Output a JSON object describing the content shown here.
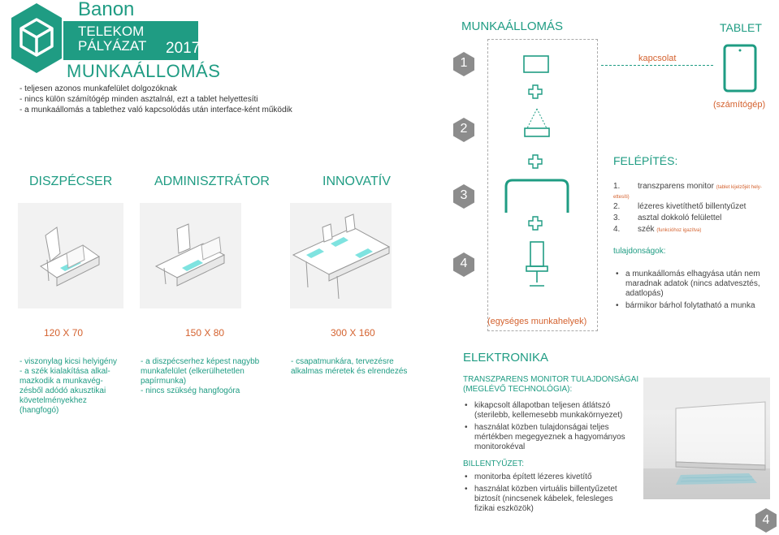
{
  "logo": {
    "banon": "Banon",
    "telekom": "TELEKOM",
    "palyazat": "PÁLYÁZAT",
    "year": "2017",
    "munkaallomas": "MUNKAÁLLOMÁS"
  },
  "intro": [
    "- teljesen azonos munkafelület dolgozóknak",
    "- nincs külön számítógép minden asztalnál, ezt a tablet helyettesíti",
    "- a munkaállomás a tablethez való kapcsolódás után interface-ként működik"
  ],
  "categories": [
    {
      "title": "DISZPÉCSER",
      "size": "120 X 70",
      "desc": [
        "- viszonylag kicsi helyigény",
        "- a szék kialakítása alkal-",
        "mazkodik a munkavég-",
        "zésből adódó akusztikai",
        "követelményekhez",
        "(hangfogó)"
      ]
    },
    {
      "title": "ADMINISZTRÁTOR",
      "size": "150 X 80",
      "desc": [
        "- a diszpécserhez képest nagybb",
        "munkafelület (elkerülhetetlen",
        "papírmunka)",
        "- nincs szükség hangfogóra"
      ]
    },
    {
      "title": "INNOVATÍV",
      "size": "300 X 160",
      "desc": [
        "- csapatmunkára, tervezésre",
        "alkalmas méretek és elrendezés"
      ]
    }
  ],
  "workstation": {
    "title": "MUNKAÁLLOMÁS",
    "tablet_title": "TABLET",
    "kapcsolat": "kapcsolat",
    "szamitogep": "(számítógép)",
    "steps": [
      "1",
      "2",
      "3",
      "4"
    ],
    "egyseges": "(egységes munkahelyek)"
  },
  "felepites": {
    "title": "FELÉPÍTÉS:",
    "items": [
      {
        "num": "1.",
        "text": "transzparens monitor",
        "note": "(tablet kijelzőjét hely-"
      },
      {
        "num": "",
        "text": "",
        "note": "ettesíti)"
      },
      {
        "num": "2.",
        "text": "lézeres kivetíthető billentyűzet",
        "note": ""
      },
      {
        "num": "3.",
        "text": "asztal dokkoló felülettel",
        "note": ""
      },
      {
        "num": "4.",
        "text": "szék",
        "note": "(funkcióhoz igazítva)"
      }
    ]
  },
  "tulajdonsagok": {
    "title": "tulajdonságok:",
    "bullets": [
      "a munkaállomás elhagyása után nem maradnak adatok (nincs adatvesztés, adatlopás)",
      "bármikor bárhol folytatható a munka"
    ]
  },
  "elektronika": {
    "title": "ELEKTRONIKA",
    "trans_title": "TRANSZPARENS MONITOR TULAJDONSÁGAI (MEGLÉVŐ TECHNOLÓGIA):",
    "trans_bullets": [
      "kikapcsolt állapotban teljesen átlátszó (sterilebb, kellemesebb munkakörnyezet)",
      "használat közben tulajdonságai teljes mértékben megegyeznek a hagyományos monitorokéval"
    ],
    "bill_title": "BILLENTYŰZET:",
    "bill_bullets": [
      "monitorba épített lézeres kivetítő",
      "használat közben virtuális billentyűzetet biztosít (nincsenek kábelek, felesleges fizikai eszközök)"
    ]
  },
  "page_number": "4",
  "colors": {
    "teal": "#1f9c83",
    "orange": "#d4622f",
    "gray": "#8c8c8c"
  }
}
